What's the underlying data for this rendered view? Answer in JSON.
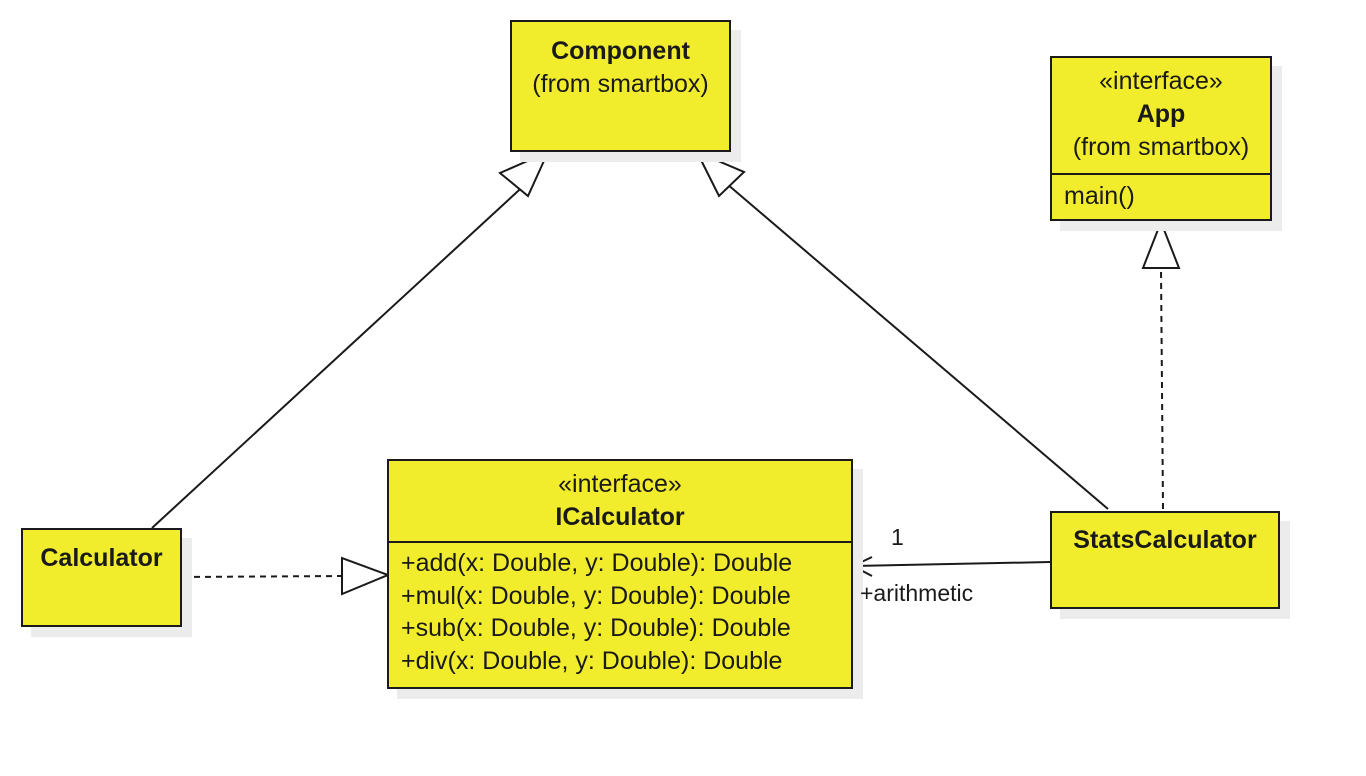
{
  "classes": {
    "component": {
      "name": "Component",
      "package": "(from smartbox)"
    },
    "app": {
      "stereotype": "«interface»",
      "name": "App",
      "package": "(from smartbox)",
      "operations": [
        "main()"
      ]
    },
    "icalculator": {
      "stereotype": "«interface»",
      "name": "ICalculator",
      "operations": [
        "+add(x: Double, y: Double): Double",
        "+mul(x: Double, y: Double): Double",
        "+sub(x: Double, y: Double): Double",
        "+div(x: Double, y: Double): Double"
      ]
    },
    "calculator": {
      "name": "Calculator"
    },
    "statscalculator": {
      "name": "StatsCalculator"
    }
  },
  "association": {
    "multiplicity": "1",
    "role": "+arithmetic"
  },
  "colors": {
    "class_fill": "#f2ed2c",
    "stroke": "#1a1a1a"
  }
}
